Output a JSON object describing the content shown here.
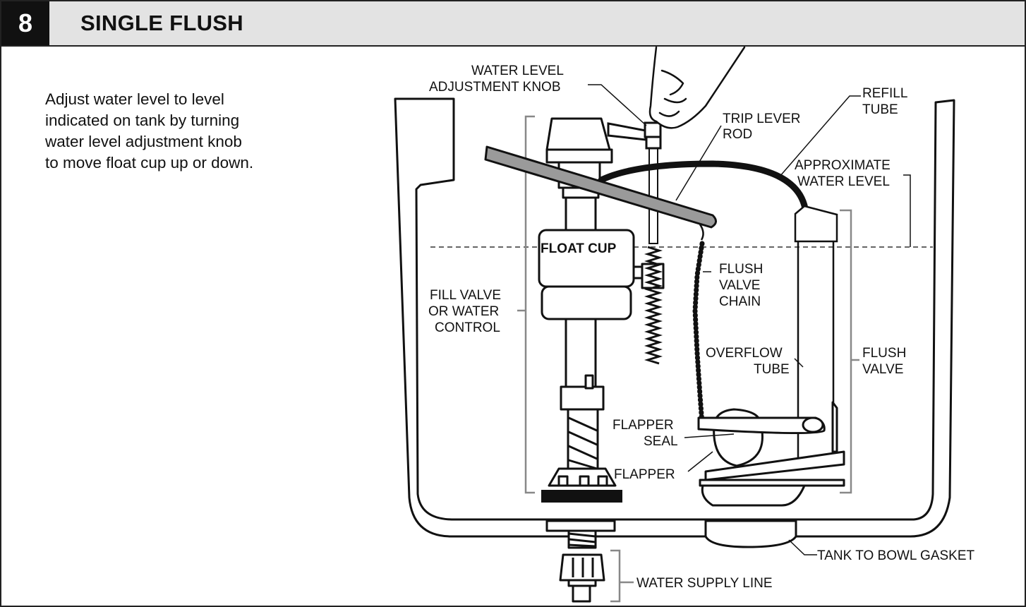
{
  "header": {
    "step_number": "8",
    "title": "SINGLE FLUSH"
  },
  "instructions": {
    "lines": [
      "Adjust water level to level",
      "indicated on tank by turning",
      "water level adjustment knob",
      "to move float cup up or down."
    ]
  },
  "diagram": {
    "labels": {
      "water_level_knob": [
        "WATER LEVEL",
        "ADJUSTMENT KNOB"
      ],
      "trip_lever_rod": [
        "TRIP LEVER",
        "ROD"
      ],
      "refill_tube": [
        "REFILL",
        "TUBE"
      ],
      "approx_water_level": [
        "APPROXIMATE",
        "WATER LEVEL"
      ],
      "float_cup": "FLOAT CUP",
      "flush_valve_chain": [
        "FLUSH",
        "VALVE",
        "CHAIN"
      ],
      "fill_valve": [
        "FILL VALVE",
        "OR WATER",
        "CONTROL"
      ],
      "overflow_tube": [
        "OVERFLOW",
        "TUBE"
      ],
      "flush_valve": [
        "FLUSH",
        "VALVE"
      ],
      "flapper_seal": [
        "FLAPPER",
        "SEAL"
      ],
      "flapper": "FLAPPER",
      "tank_to_bowl_gasket": "TANK TO BOWL GASKET",
      "water_supply_line": "WATER SUPPLY LINE"
    }
  }
}
